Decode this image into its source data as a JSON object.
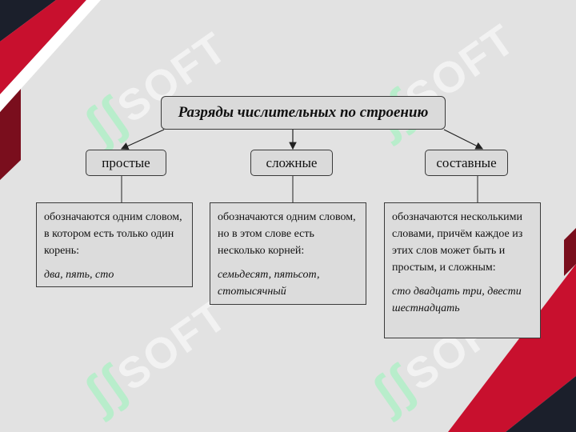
{
  "watermark": {
    "text": "SOFT",
    "glyph": "ʃʃ"
  },
  "colors": {
    "background": "#e2e2e2",
    "accent_red": "#c8102e",
    "accent_dark": "#1b1f2b",
    "accent_maroon": "#7a0e1d"
  },
  "diagram": {
    "title": "Разряды числительных по строению",
    "categories": [
      {
        "label": "простые",
        "description": "обозначаются одним словом, в котором есть только один корень:",
        "examples": "два, пять, сто"
      },
      {
        "label": "сложные",
        "description": "обозначаются одним словом, но в этом слове есть несколько корней:",
        "examples": "семьдесят, пятьсот, стотысячный"
      },
      {
        "label": "составные",
        "description": "обозначаются несколькими словами, причём каждое из этих слов может быть и простым, и сложным:",
        "examples": "сто двадцать три, двести шестнадцать"
      }
    ]
  }
}
